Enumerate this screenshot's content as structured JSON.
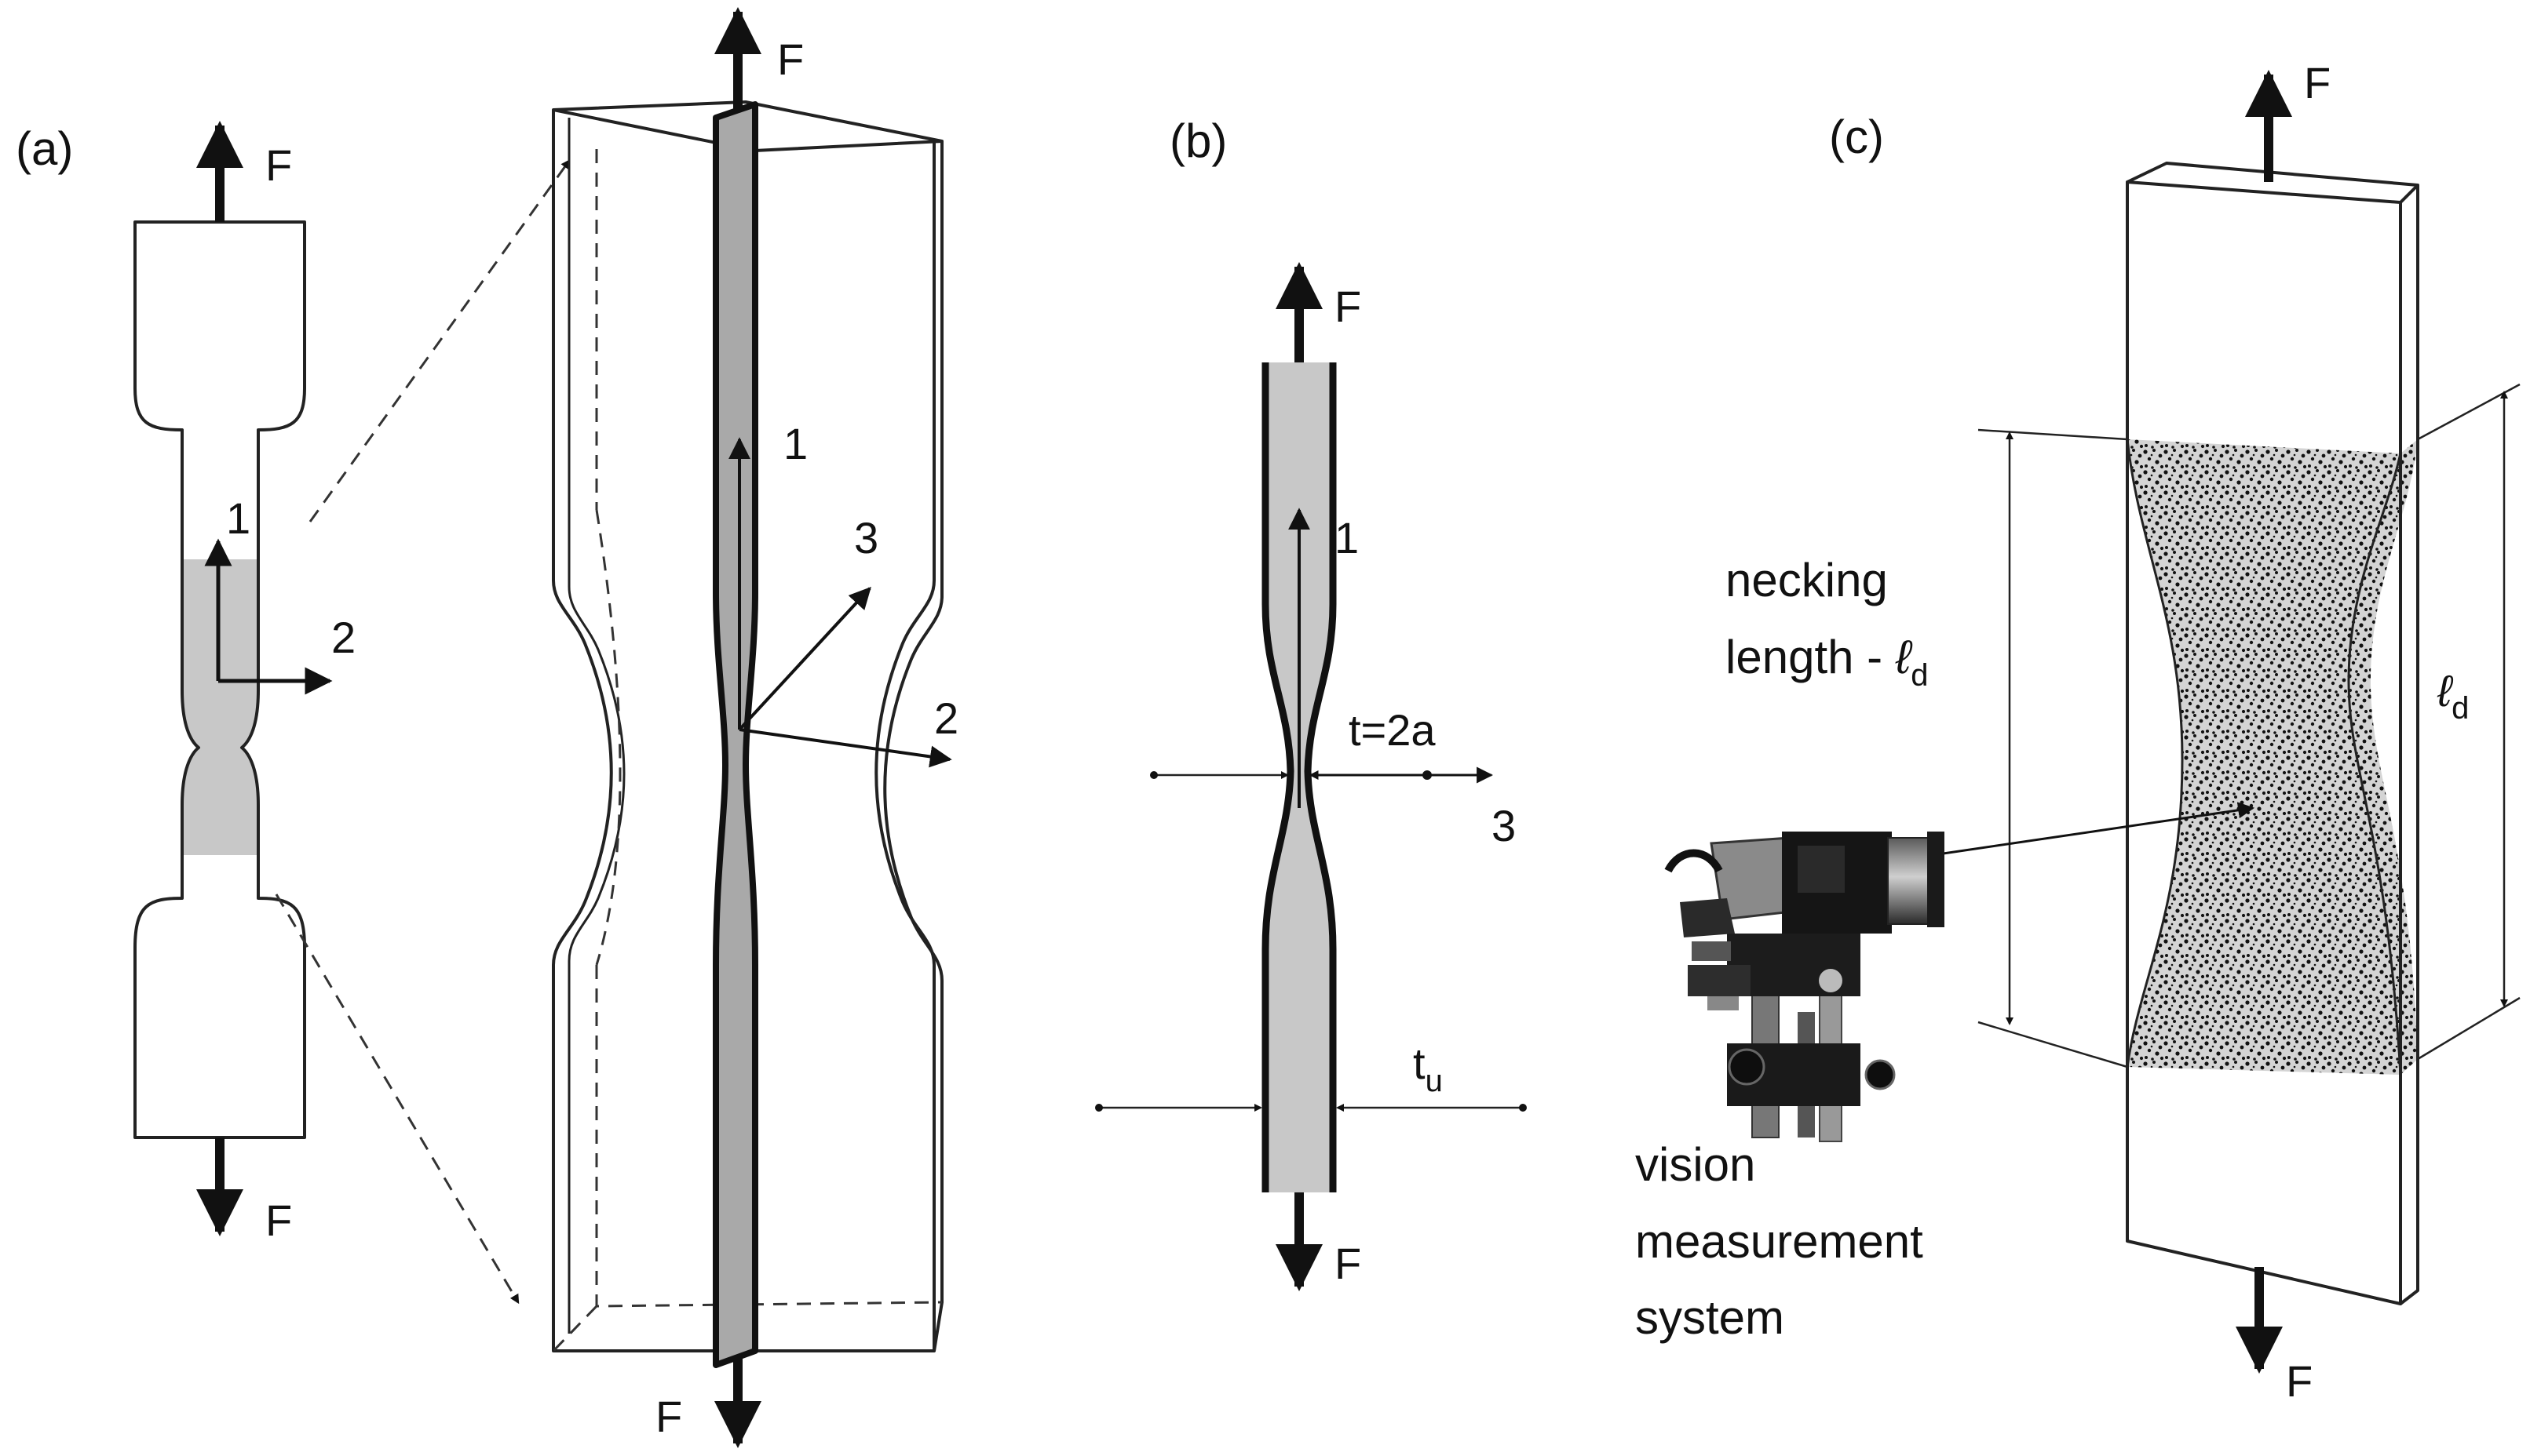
{
  "panels": {
    "a": {
      "label": "(a)",
      "force_top": "F",
      "force_bottom": "F",
      "axis_1": "1",
      "axis_2": "2",
      "zoom_force_top": "F",
      "zoom_force_bottom": "F",
      "zoom_axis_1": "1",
      "zoom_axis_2": "2",
      "zoom_axis_3": "3"
    },
    "b": {
      "label": "(b)",
      "force_top": "F",
      "force_bottom": "F",
      "axis_1": "1",
      "axis_3": "3",
      "neck_thickness": "t=2a",
      "uniform_thickness": "t",
      "uniform_thickness_sub": "u"
    },
    "c": {
      "label": "(c)",
      "force_top": "F",
      "force_bottom": "F",
      "necking_line1": "necking",
      "necking_line2": "length - ",
      "necking_symbol": "ℓ",
      "necking_symbol_sub": "d",
      "dim_symbol": "ℓ",
      "dim_symbol_sub": "d",
      "camera_line1": "vision",
      "camera_line2": "measurement",
      "camera_line3": "system",
      "camera_icon": "camera-icon"
    }
  },
  "colors": {
    "gray_fill": "#c8c8c8",
    "dark_gray_fill": "#a9a9a9",
    "speckle_bg": "#d4d4d4",
    "ink": "#111111"
  }
}
